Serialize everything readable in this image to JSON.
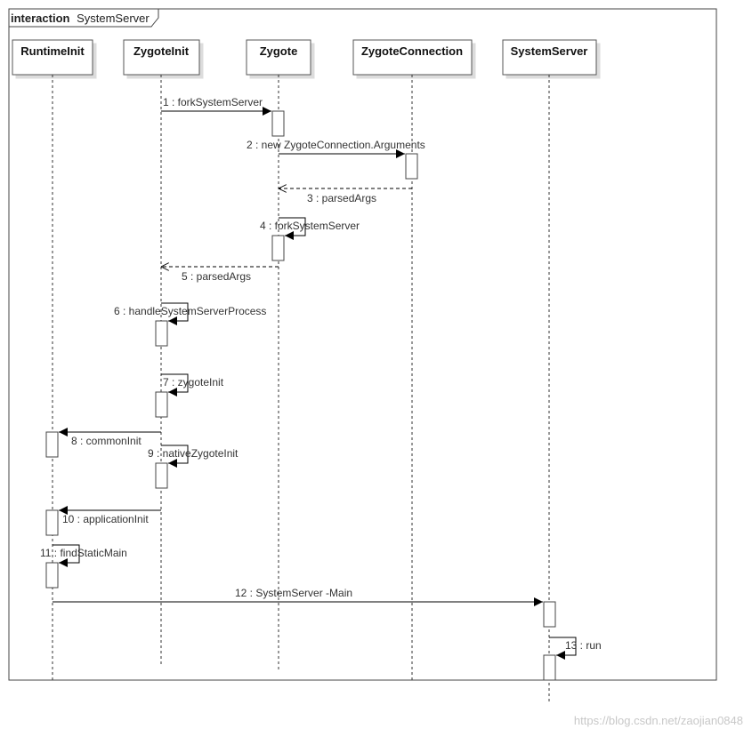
{
  "frame": {
    "keyword": "interaction",
    "name": "SystemServer"
  },
  "lifelines": {
    "runtime_init": "RuntimeInit",
    "zygote_init": "ZygoteInit",
    "zygote": "Zygote",
    "zygote_connection": "ZygoteConnection",
    "system_server": "SystemServer"
  },
  "messages": [
    {
      "label": "1 : forkSystemServer",
      "kind": "sync"
    },
    {
      "label": "2 : new ZygoteConnection.Arguments",
      "kind": "sync"
    },
    {
      "label": "3 : parsedArgs",
      "kind": "return"
    },
    {
      "label": "4 : forkSystemServer",
      "kind": "self"
    },
    {
      "label": "5 : parsedArgs",
      "kind": "return"
    },
    {
      "label": "6 : handleSystemServerProcess",
      "kind": "self"
    },
    {
      "label": "7 : zygoteInit",
      "kind": "self"
    },
    {
      "label": "8 : commonInit",
      "kind": "sync"
    },
    {
      "label": "9 : nativeZygoteInit",
      "kind": "self"
    },
    {
      "label": "10 : applicationInit",
      "kind": "sync"
    },
    {
      "label": "11 : findStaticMain",
      "kind": "self"
    },
    {
      "label": "12 : SystemServer -Main",
      "kind": "sync"
    },
    {
      "label": "13 : run",
      "kind": "self"
    }
  ],
  "watermark": "https://blog.csdn.net/zaojian0848"
}
